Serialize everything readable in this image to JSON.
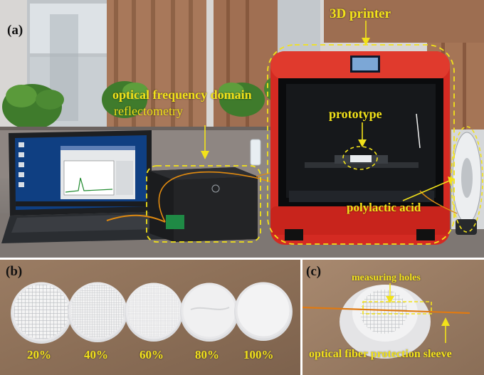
{
  "panels": {
    "a": "(a)",
    "b": "(b)",
    "c": "(c)"
  },
  "labels": {
    "printer": "3D printer",
    "ofdr_line1": "optical frequency domain",
    "ofdr_line2": "reflectometry",
    "prototype": "prototype",
    "pla": "polylactic acid",
    "holes": "measuring holes",
    "sleeve": "optical fiber protection sleeve"
  },
  "infill": [
    "20%",
    "40%",
    "60%",
    "80%",
    "100%"
  ],
  "colors": {
    "annotation": "#f2e21a",
    "printer_red": "#d42a22",
    "fiber_orange": "#e08a10"
  }
}
